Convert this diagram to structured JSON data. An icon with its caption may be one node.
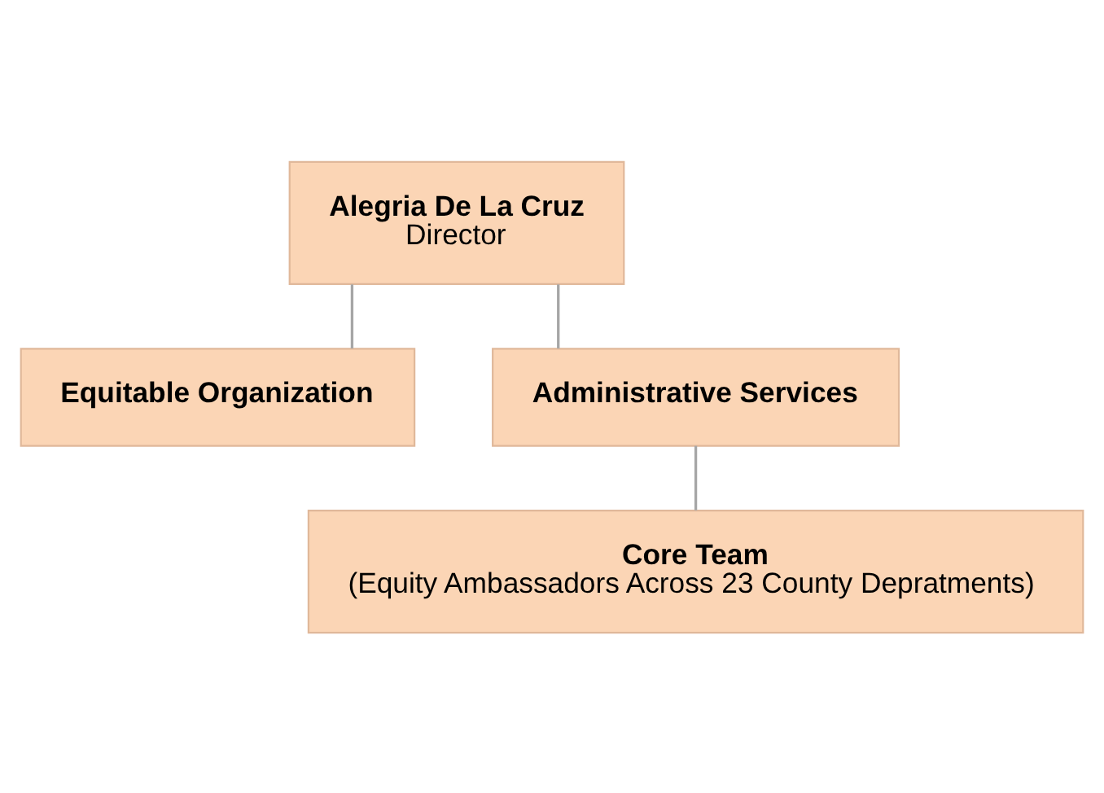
{
  "diagram": {
    "nodes": [
      {
        "text": [
          "Alegria De La Cruz",
          "Director"
        ]
      },
      {
        "text": [
          "Equitable Organization"
        ]
      },
      {
        "text": [
          "Administrative Services"
        ]
      },
      {
        "text": [
          "Core Team",
          "(Equity Ambassadors Across 23 County Depratments)"
        ]
      }
    ],
    "edges": [
      {
        "from": 0,
        "to": 1,
        "arrow": "none"
      },
      {
        "from": 0,
        "to": 2,
        "arrow": "none"
      },
      {
        "from": 2,
        "to": 3,
        "arrow": "none"
      }
    ]
  }
}
